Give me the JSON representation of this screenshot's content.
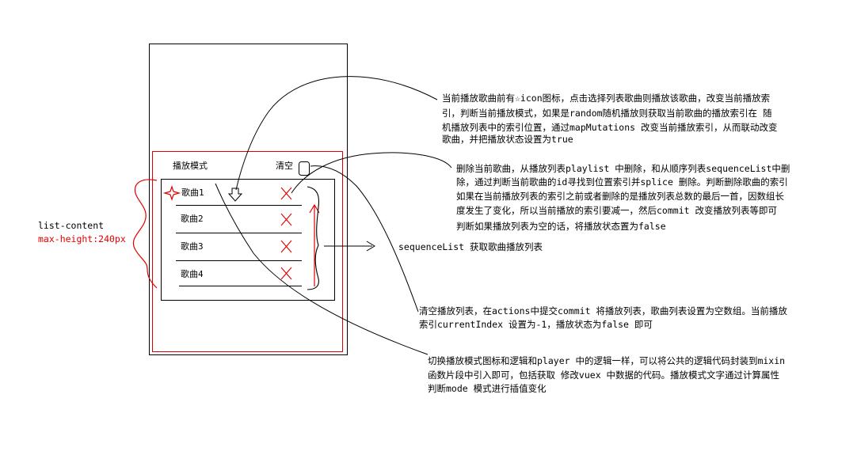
{
  "phone": {
    "header_mode": "播放模式",
    "header_clear": "清空",
    "songs": [
      "歌曲1",
      "歌曲2",
      "歌曲3",
      "歌曲4"
    ]
  },
  "left_label": {
    "name": "list-content",
    "style": "max-height:240px"
  },
  "notes": {
    "current_song": [
      "当前播放歌曲前有☆icon图标，点击选择列表歌曲则播放该歌曲，改变当前播放索",
      "引，判断当前播放模式，如果是random随机播放则获取当前歌曲的播放索引在 随",
      "机播放列表中的索引位置，通过mapMutations 改变当前播放索引，从而联动改变",
      "歌曲，并把播放状态设置为true"
    ],
    "delete_song": [
      "删除当前歌曲，从播放列表playlist 中删除，和从顺序列表sequenceList中删",
      "除，通过判断当前歌曲的id寻找到位置索引并splice 删除。判断删除歌曲的索引",
      "如果在当前播放列表的索引之前或者删除的是播放列表总数的最后一首，因数组长",
      "度发生了变化，所以当前播放的索引要减一，然后commit 改变播放列表等即可",
      "判断如果播放列表为空的话，将播放状态置为false"
    ],
    "sequence": "sequenceList 获取歌曲播放列表",
    "clear_list": [
      "清空播放列表，在actions中提交commit 将播放列表，歌曲列表设置为空数组。当前播放",
      "索引currentIndex 设置为-1，播放状态为false 即可"
    ],
    "switch_mode": [
      "切换播放模式图标和逻辑和player 中的逻辑一样，可以将公共的逻辑代码封装到mixin",
      "函数片段中引入即可，包括获取 修改vuex 中数据的代码。播放模式文字通过计算属性",
      "判断mode 模式进行插值变化"
    ]
  },
  "colors": {
    "outline": "#000000",
    "highlight": "#e00000"
  }
}
